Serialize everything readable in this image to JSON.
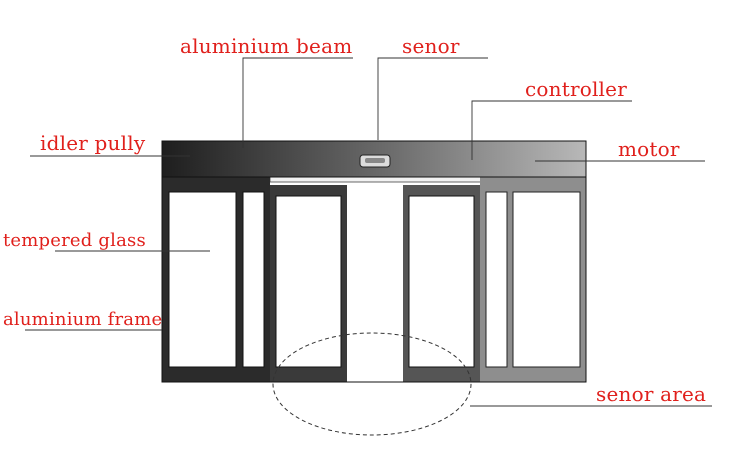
{
  "labels": {
    "aluminium_beam": "aluminium beam",
    "senor": "senor",
    "controller": "controller",
    "idler_pully": "idler pully",
    "motor": "motor",
    "tempered_glass": "tempered glass",
    "aluminium_frame": "aluminium frame",
    "senor_area": "senor area"
  },
  "colors": {
    "label": "#e0201c",
    "leader": "#222222",
    "frame_dark": "#2a2a2a",
    "frame_light": "#9a9a9a"
  }
}
